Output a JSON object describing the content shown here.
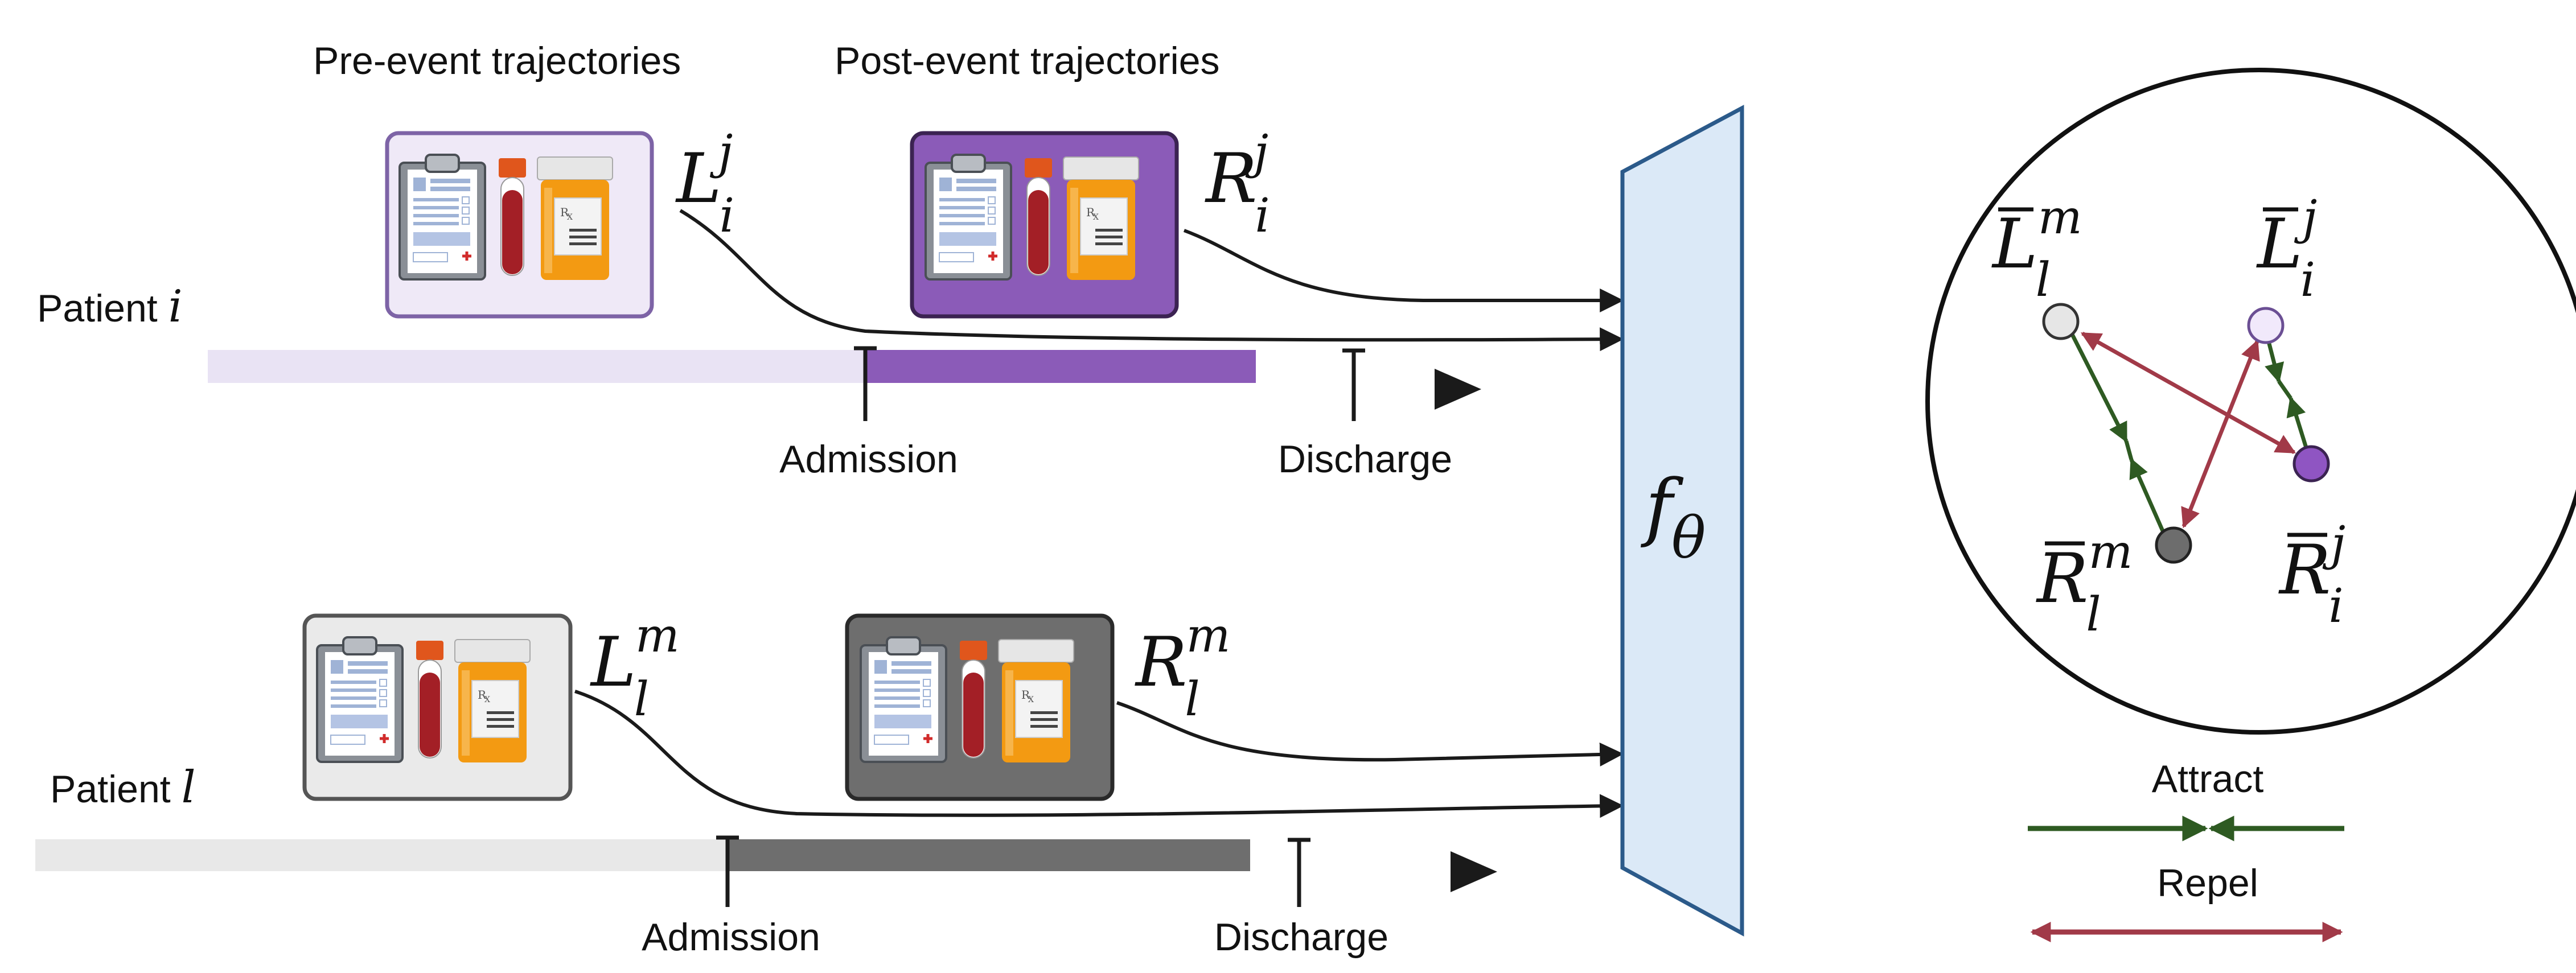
{
  "headings": {
    "pre_event": "Pre-event trajectories",
    "post_event": "Post-event trajectories"
  },
  "patients": {
    "i": {
      "prefix": "Patient ",
      "var": "i",
      "admission": "Admission",
      "discharge": "Discharge"
    },
    "l": {
      "prefix": "Patient ",
      "var": "l",
      "admission": "Admission",
      "discharge": "Discharge"
    }
  },
  "cards": {
    "L_i": {
      "base": "L",
      "sub": "i",
      "sup": "j"
    },
    "R_i": {
      "base": "R",
      "sub": "i",
      "sup": "j"
    },
    "L_l": {
      "base": "L",
      "sub": "l",
      "sup": "m"
    },
    "R_l": {
      "base": "R",
      "sub": "l",
      "sup": "m"
    }
  },
  "encoder": {
    "base": "f",
    "sub": "θ"
  },
  "embedding": {
    "L_l": {
      "base": "L",
      "sub": "l",
      "sup": "m"
    },
    "L_i": {
      "base": "L",
      "sub": "i",
      "sup": "j"
    },
    "R_l": {
      "base": "R",
      "sub": "l",
      "sup": "m"
    },
    "R_i": {
      "base": "R",
      "sub": "i",
      "sup": "j"
    }
  },
  "legend": {
    "attract": "Attract",
    "repel": "Repel"
  },
  "colors": {
    "pre_i_fill": "#efe9f7",
    "pre_i_border": "#7d63a6",
    "post_i_fill": "#8b5bb8",
    "post_i_border": "#3b2352",
    "pre_l_fill": "#eaeaea",
    "post_l_fill": "#6e6e6e",
    "encoder_fill": "#dbe9f7",
    "encoder_stroke": "#2b5a8a",
    "attract": "#2e5a22",
    "repel": "#a13a48",
    "node_L_l": "#e6e6e6",
    "node_L_i": "#f1e9fb",
    "node_R_l": "#6d6d6d",
    "node_R_i": "#8f55c2"
  }
}
